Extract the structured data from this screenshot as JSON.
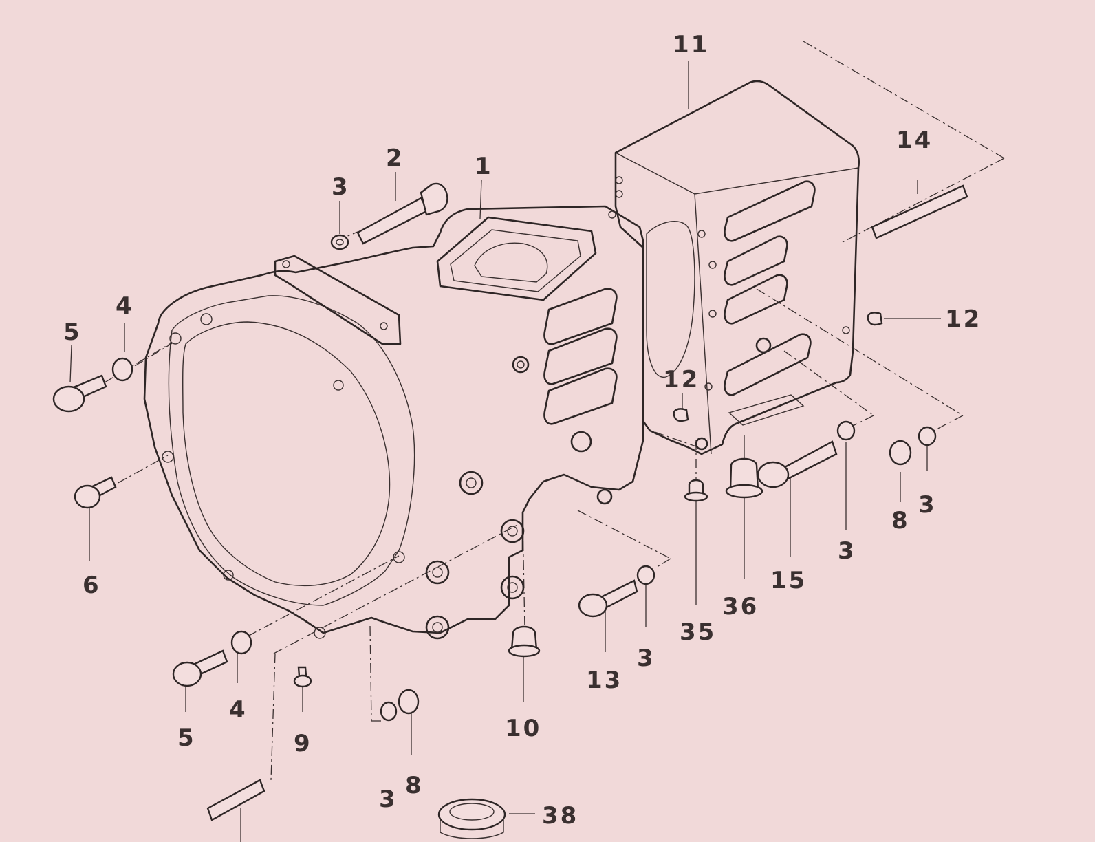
{
  "diagram": {
    "labels": [
      {
        "id": "l11",
        "text": "11"
      },
      {
        "id": "l14",
        "text": "14"
      },
      {
        "id": "l2",
        "text": "2"
      },
      {
        "id": "l1",
        "text": "1"
      },
      {
        "id": "l3a",
        "text": "3"
      },
      {
        "id": "l4a",
        "text": "4"
      },
      {
        "id": "l5a",
        "text": "5"
      },
      {
        "id": "l12a",
        "text": "12"
      },
      {
        "id": "l12b",
        "text": "12"
      },
      {
        "id": "l6",
        "text": "6"
      },
      {
        "id": "l8a",
        "text": "8"
      },
      {
        "id": "l3b",
        "text": "3"
      },
      {
        "id": "l3c",
        "text": "3"
      },
      {
        "id": "l15",
        "text": "15"
      },
      {
        "id": "l36",
        "text": "36"
      },
      {
        "id": "l35",
        "text": "35"
      },
      {
        "id": "l3d",
        "text": "3"
      },
      {
        "id": "l13",
        "text": "13"
      },
      {
        "id": "l10",
        "text": "10"
      },
      {
        "id": "l5b",
        "text": "5"
      },
      {
        "id": "l4b",
        "text": "4"
      },
      {
        "id": "l9",
        "text": "9"
      },
      {
        "id": "l3e",
        "text": "3"
      },
      {
        "id": "l8b",
        "text": "8"
      },
      {
        "id": "l38",
        "text": "38"
      }
    ]
  }
}
